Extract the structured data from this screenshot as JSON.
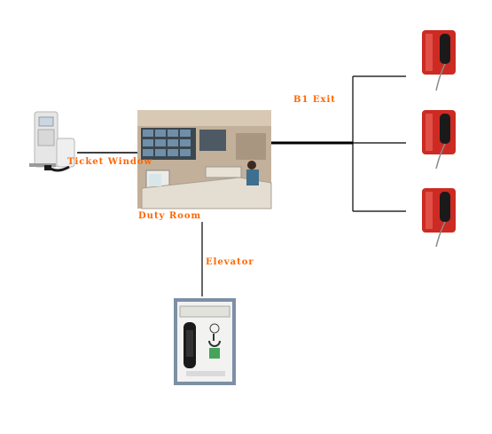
{
  "colors": {
    "label": "#ff6600",
    "line": "#000000",
    "phone_red": "#cc2a22",
    "handset": "#1a1a1a",
    "kiosk": "#e6e6e6",
    "elevator_panel": "#7d8fa6"
  },
  "labels": {
    "ticket_window": "Ticket Window",
    "duty_room": "Duty Room",
    "elevator": "Elevator",
    "b1_exit": "B1 Exit"
  },
  "icons": {
    "ticket_window": "ticket-kiosk-phone-icon",
    "duty_room": "control-room-photo",
    "elevator": "elevator-emergency-phone-icon",
    "b1_exit": "wall-mounted-red-phone-icon"
  }
}
